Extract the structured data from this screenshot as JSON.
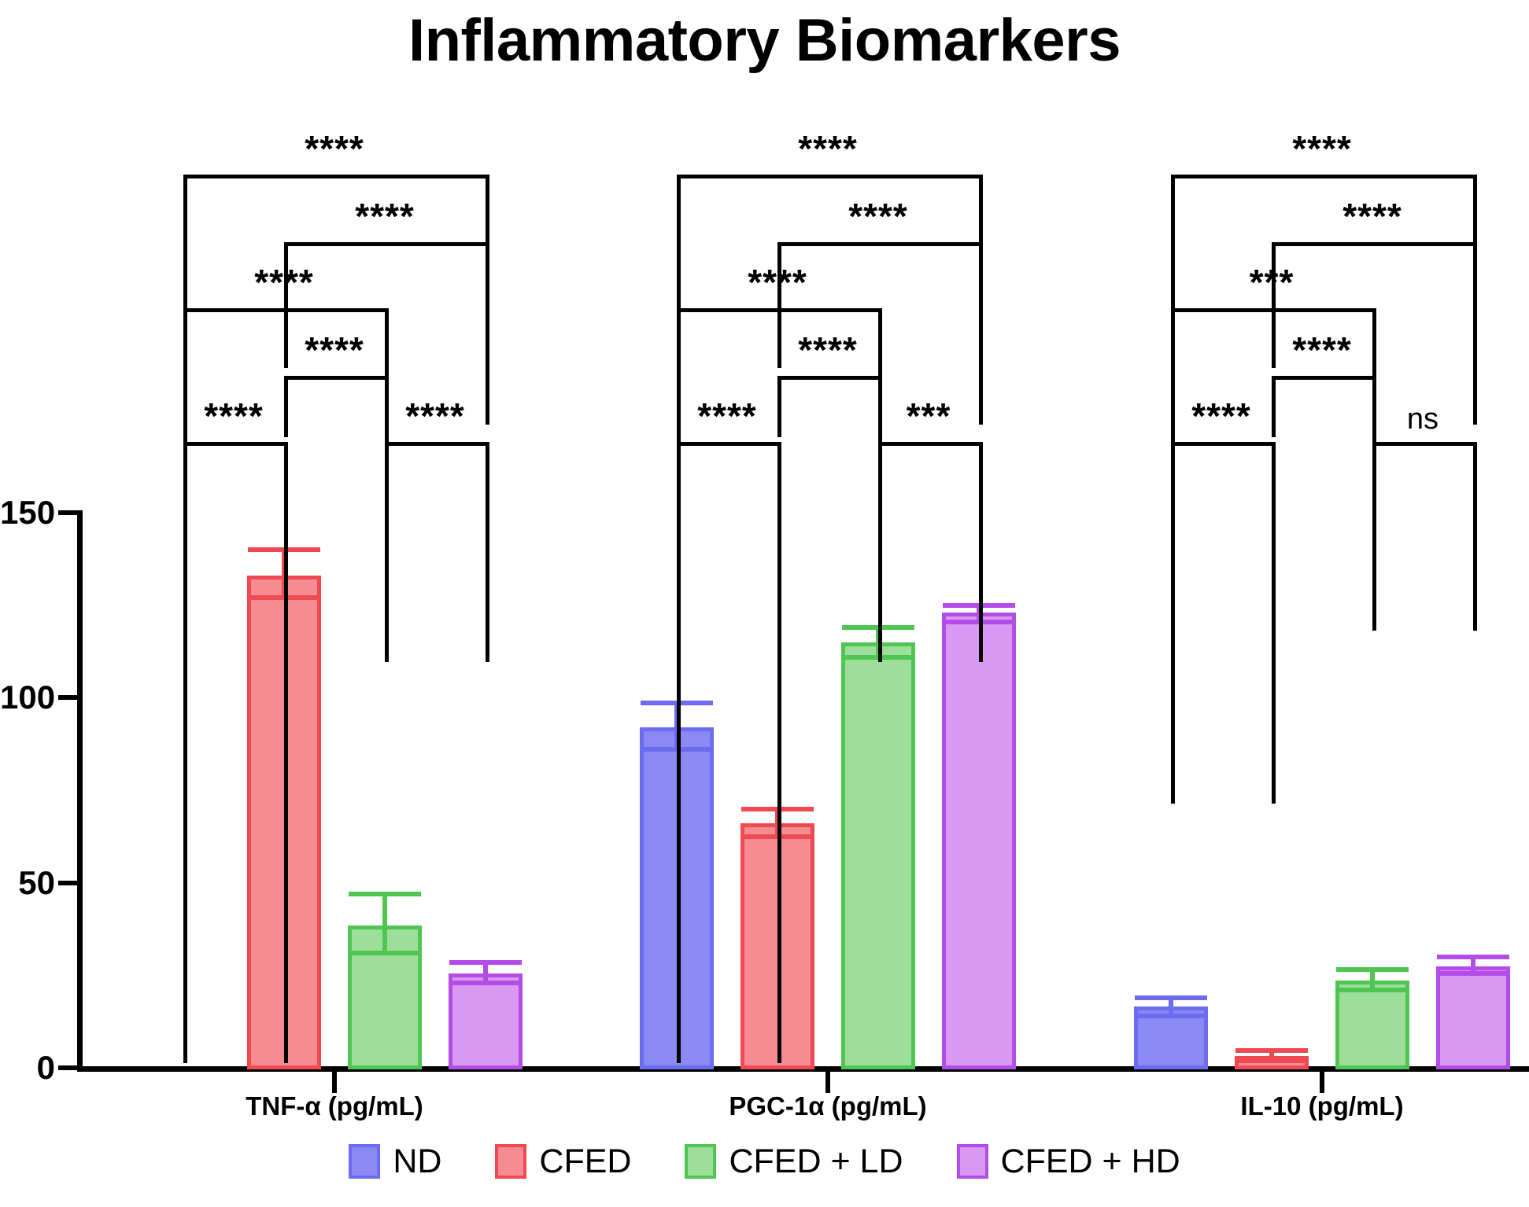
{
  "chart_data": {
    "type": "bar",
    "title": "Inflammatory Biomarkers",
    "xlabel": "",
    "ylabel": "",
    "ylim": [
      0,
      155
    ],
    "yticks": [
      0,
      50,
      100,
      150
    ],
    "ytick_labels": [
      "0",
      "50",
      "100",
      "150"
    ],
    "grid": false,
    "legend_position": "bottom",
    "categories": [
      "TNF-α (pg/mL)",
      "PGC-1α (pg/mL)",
      "IL-10 (pg/mL)"
    ],
    "series": [
      {
        "name": "ND",
        "color": "#6c6cf0",
        "fill": "#8a8af2",
        "values": [
          0,
          92,
          16.5
        ],
        "err_upper": [
          0,
          98.5,
          19
        ],
        "err_lower": [
          0,
          86,
          14
        ]
      },
      {
        "name": "CFED",
        "color": "#ef4a54",
        "fill": "#f48c92",
        "values": [
          133,
          66,
          3.2
        ],
        "err_upper": [
          140,
          70,
          4.6
        ],
        "err_lower": [
          127,
          62.5,
          2.0
        ]
      },
      {
        "name": "CFED + LD",
        "color": "#4fc552",
        "fill": "#9ede9b",
        "values": [
          38.5,
          115,
          23.5
        ],
        "err_upper": [
          47,
          119,
          26.5
        ],
        "err_lower": [
          31,
          111,
          21
        ]
      },
      {
        "name": "CFED + HD",
        "color": "#b44ce8",
        "fill": "#d998f2",
        "values": [
          25.5,
          123,
          27.5
        ],
        "err_upper": [
          28.5,
          125,
          30
        ],
        "err_lower": [
          23,
          120.5,
          25.5
        ]
      }
    ],
    "annotations": [
      {
        "group": 0,
        "from": "ND",
        "to": "CFED + HD",
        "label": "****",
        "level": 6
      },
      {
        "group": 0,
        "from": "CFED",
        "to": "CFED + HD",
        "label": "****",
        "level": 5
      },
      {
        "group": 0,
        "from": "ND",
        "to": "CFED + LD",
        "label": "****",
        "level": 4
      },
      {
        "group": 0,
        "from": "CFED",
        "to": "CFED + LD",
        "label": "****",
        "level": 3
      },
      {
        "group": 0,
        "from": "ND",
        "to": "CFED",
        "label": "****",
        "level": 2
      },
      {
        "group": 0,
        "from": "CFED + LD",
        "to": "CFED + HD",
        "label": "****",
        "level": 1
      },
      {
        "group": 1,
        "from": "ND",
        "to": "CFED + HD",
        "label": "****",
        "level": 6
      },
      {
        "group": 1,
        "from": "CFED",
        "to": "CFED + HD",
        "label": "****",
        "level": 5
      },
      {
        "group": 1,
        "from": "ND",
        "to": "CFED + LD",
        "label": "****",
        "level": 4
      },
      {
        "group": 1,
        "from": "CFED",
        "to": "CFED + LD",
        "label": "****",
        "level": 3
      },
      {
        "group": 1,
        "from": "ND",
        "to": "CFED",
        "label": "****",
        "level": 2
      },
      {
        "group": 1,
        "from": "CFED + LD",
        "to": "CFED + HD",
        "label": "***",
        "level": 1
      },
      {
        "group": 2,
        "from": "ND",
        "to": "CFED + HD",
        "label": "****",
        "level": 6
      },
      {
        "group": 2,
        "from": "CFED",
        "to": "CFED + HD",
        "label": "****",
        "level": 5
      },
      {
        "group": 2,
        "from": "ND",
        "to": "CFED + LD",
        "label": "***",
        "level": 4
      },
      {
        "group": 2,
        "from": "CFED",
        "to": "CFED + LD",
        "label": "****",
        "level": 3
      },
      {
        "group": 2,
        "from": "ND",
        "to": "CFED",
        "label": "****",
        "level": 2
      },
      {
        "group": 2,
        "from": "CFED + LD",
        "to": "CFED + HD",
        "label": "ns",
        "level": 1
      }
    ]
  },
  "legend": {
    "items": [
      {
        "label": "ND"
      },
      {
        "label": "CFED"
      },
      {
        "label": "CFED + LD"
      },
      {
        "label": "CFED + HD"
      }
    ]
  }
}
